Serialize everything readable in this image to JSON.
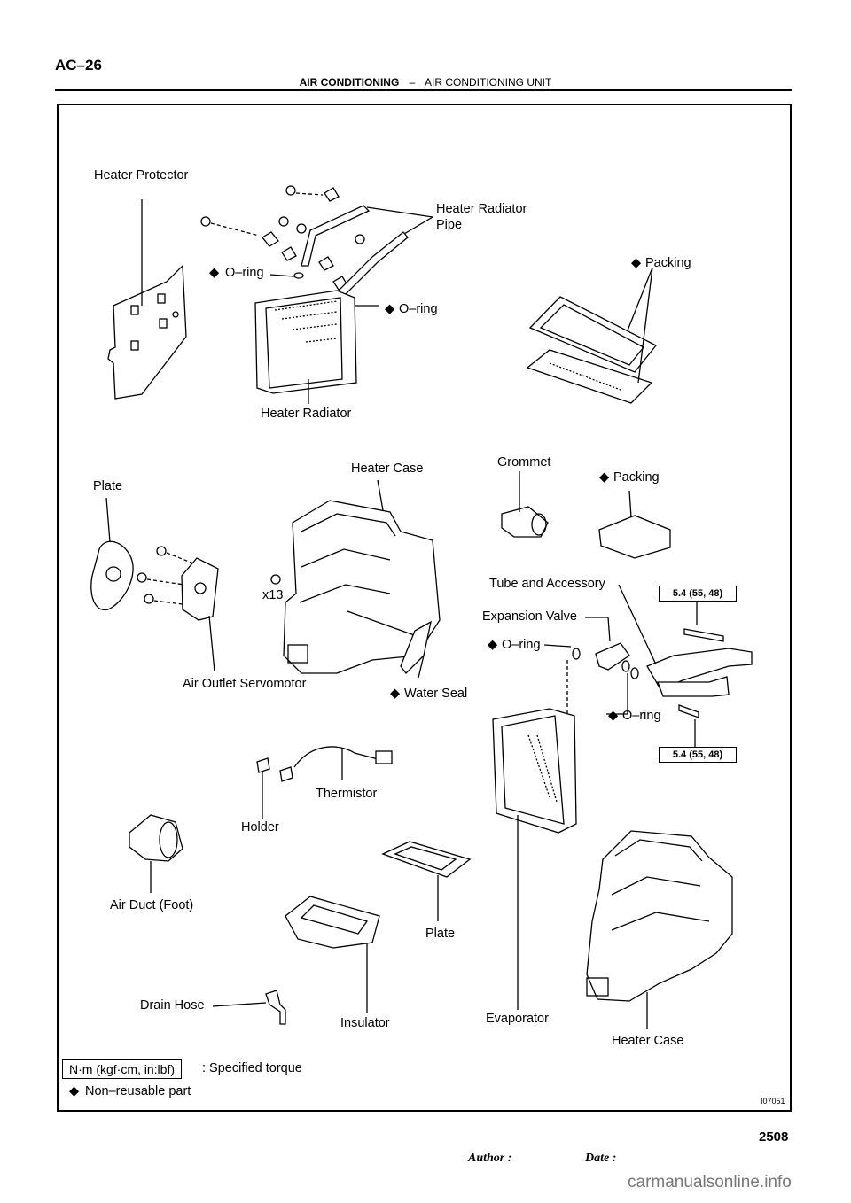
{
  "page": {
    "section_code": "AC–26",
    "header_section": "AIR CONDITIONING",
    "header_dash": "–",
    "header_subsection": "AIR CONDITIONING UNIT",
    "image_id": "I07051",
    "author_label": "Author :",
    "date_label": "Date :",
    "page_number": "2508",
    "watermark": "carmanualsonline.info"
  },
  "diagram": {
    "labels": {
      "heater_protector": "Heater Protector",
      "heater_radiator_pipe_1": "Heater Radiator",
      "heater_radiator_pipe_2": "Pipe",
      "oring_1": "O–ring",
      "oring_2": "O–ring",
      "packing_1": "Packing",
      "heater_radiator": "Heater Radiator",
      "plate_1": "Plate",
      "heater_case_1": "Heater Case",
      "grommet": "Grommet",
      "packing_2": "Packing",
      "x13": "x13",
      "tube_accessory": "Tube and Accessory",
      "expansion_valve": "Expansion Valve",
      "oring_3": "O–ring",
      "oring_4": "O–ring",
      "air_outlet_servomotor": "Air Outlet Servomotor",
      "water_seal": "Water Seal",
      "thermistor": "Thermistor",
      "holder": "Holder",
      "air_duct_foot": "Air Duct (Foot)",
      "plate_2": "Plate",
      "drain_hose": "Drain Hose",
      "insulator": "Insulator",
      "evaporator": "Evaporator",
      "heater_case_2": "Heater Case"
    },
    "torque_values": {
      "upper": "5.4 (55, 48)",
      "lower": "5.4 (55, 48)"
    },
    "non_reusable_symbol": "◆",
    "legend": {
      "torque_unit": "N·m (kgf·cm, in:lbf)",
      "torque_text": ": Specified torque",
      "non_reusable_text": "Non–reusable part"
    }
  }
}
